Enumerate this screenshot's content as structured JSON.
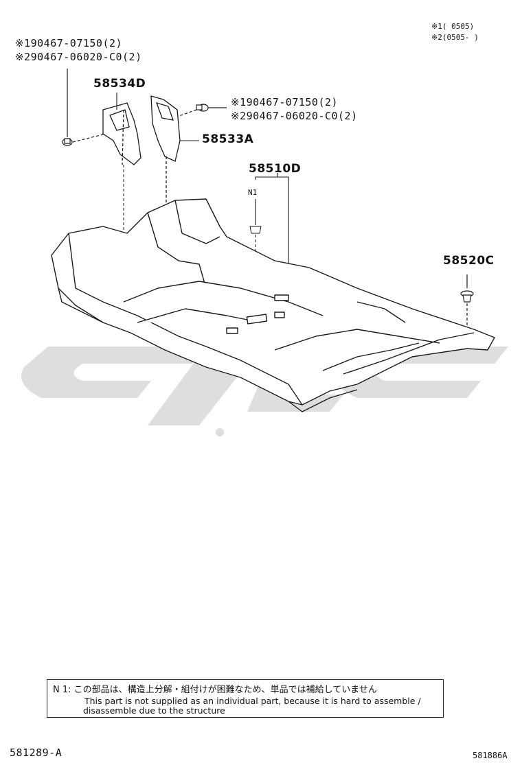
{
  "legend": {
    "line1": "※1(     0505)",
    "line2": "※2(0505-     )"
  },
  "callouts": {
    "left_bolt_1": "※190467-07150(2)",
    "left_bolt_2": "※290467-06020-C0(2)",
    "right_bolt_1": "※190467-07150(2)",
    "right_bolt_2": "※290467-06020-C0(2)",
    "part_58534D": "58534D",
    "part_58533A": "58533A",
    "part_58510D": "58510D",
    "part_58520C": "58520C",
    "note_marker": "N1"
  },
  "note": {
    "japanese": "N 1: この部品は、構造上分解・組付けが困難なため、単品では補給していません",
    "english_line1": "This part is not supplied as an individual part, because it is hard to assemble /",
    "english_line2": "disassemble due to the structure"
  },
  "footer": {
    "left_code": "581289-A",
    "right_code": "581886A"
  },
  "colors": {
    "line": "#1a1a1a",
    "watermark": "#8a8a8a"
  }
}
